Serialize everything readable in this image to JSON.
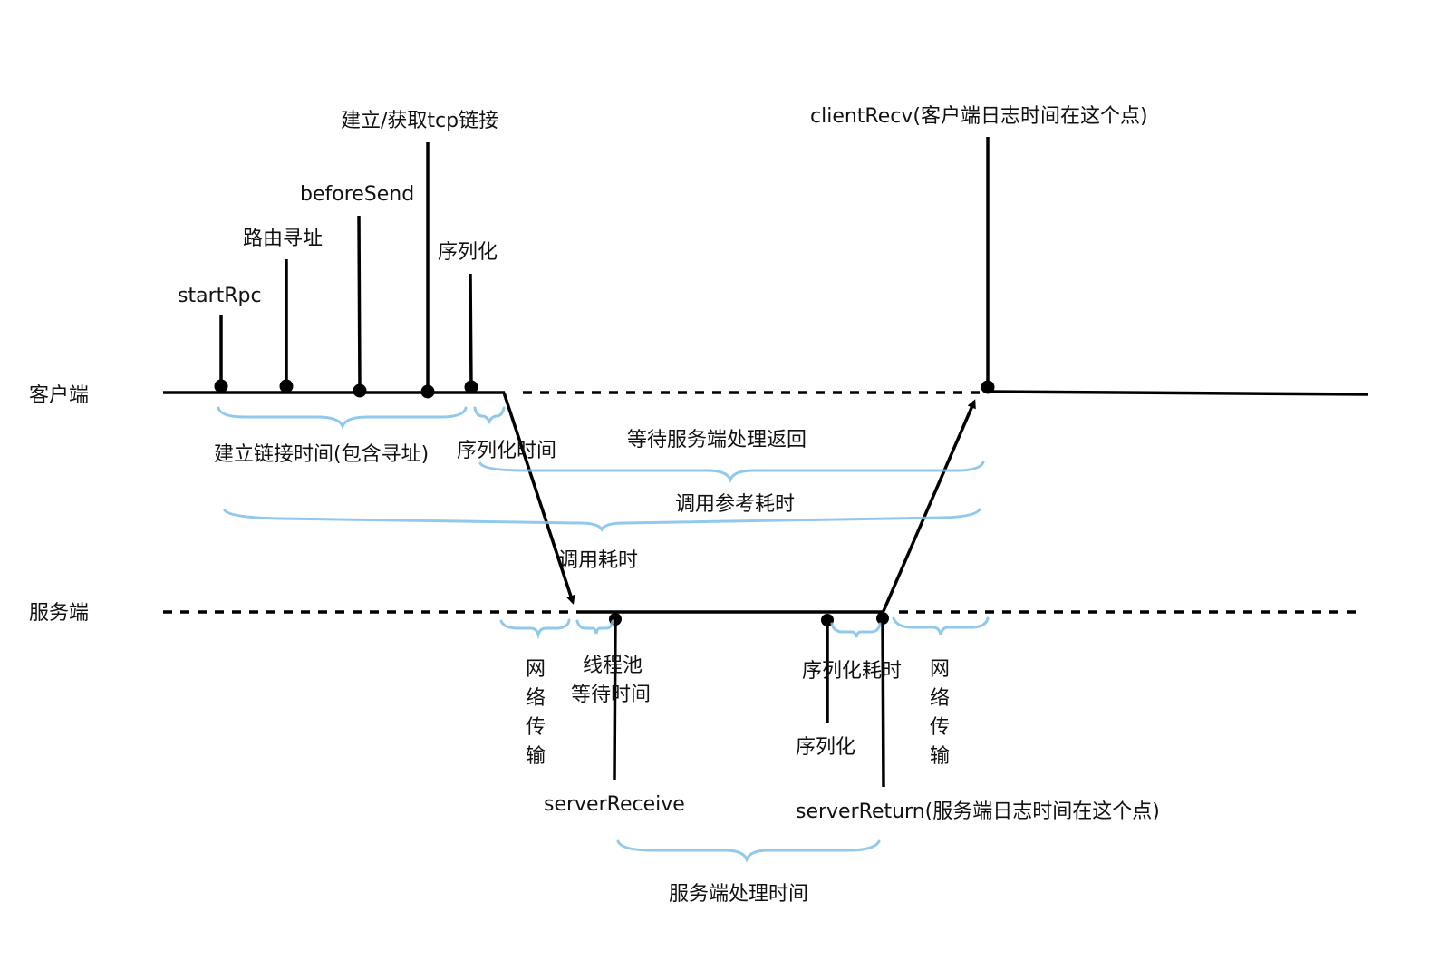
{
  "colors": {
    "line": "#000000",
    "brace": "#7cc0e8",
    "text": "#111111"
  },
  "lanes": {
    "client": "客户端",
    "server": "服务端"
  },
  "client_events": {
    "startRpc": "startRpc",
    "route": "路由寻址",
    "beforeSend": "beforeSend",
    "tcp": "建立/获取tcp链接",
    "serialize": "序列化",
    "clientRecv": "clientRecv(客户端日志时间在这个点)"
  },
  "server_events": {
    "serverReceive": "serverReceive",
    "serialize": "序列化",
    "serverReturn": "serverReturn(服务端日志时间在这个点)"
  },
  "spans": {
    "connect": "建立链接时间(包含寻址)",
    "serialize_time": "序列化时间",
    "wait_server": "等待服务端处理返回",
    "ref_cost": "调用参考耗时",
    "call_cost": "调用耗时",
    "net_left": [
      "网",
      "络",
      "传",
      "输"
    ],
    "thread_pool": [
      "线程池",
      "等待时间"
    ],
    "serialize_cost": "序列化耗时",
    "net_right": [
      "网",
      "络",
      "传",
      "输"
    ],
    "server_process": "服务端处理时间"
  }
}
